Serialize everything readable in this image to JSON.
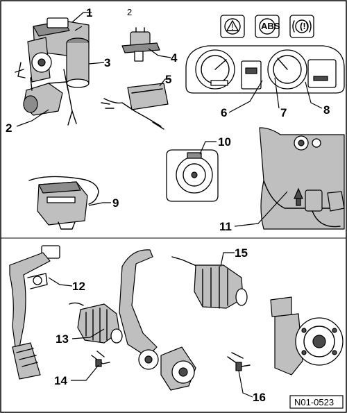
{
  "figure": {
    "top_marker": "2",
    "reference_code": "N01-0523",
    "callouts": [
      {
        "id": "1",
        "text": "1"
      },
      {
        "id": "2",
        "text": "2"
      },
      {
        "id": "3",
        "text": "3"
      },
      {
        "id": "4",
        "text": "4"
      },
      {
        "id": "5",
        "text": "5"
      },
      {
        "id": "6",
        "text": "6"
      },
      {
        "id": "7",
        "text": "7"
      },
      {
        "id": "8",
        "text": "8"
      },
      {
        "id": "9",
        "text": "9"
      },
      {
        "id": "10",
        "text": "10"
      },
      {
        "id": "11",
        "text": "11"
      },
      {
        "id": "12",
        "text": "12"
      },
      {
        "id": "13",
        "text": "13"
      },
      {
        "id": "14",
        "text": "14"
      },
      {
        "id": "15",
        "text": "15"
      },
      {
        "id": "16",
        "text": "16"
      }
    ],
    "warning_lamps": [
      {
        "name": "triangle-warning",
        "text": "!"
      },
      {
        "name": "abs",
        "text": "ABS"
      },
      {
        "name": "brake",
        "text": "(!)"
      }
    ]
  }
}
